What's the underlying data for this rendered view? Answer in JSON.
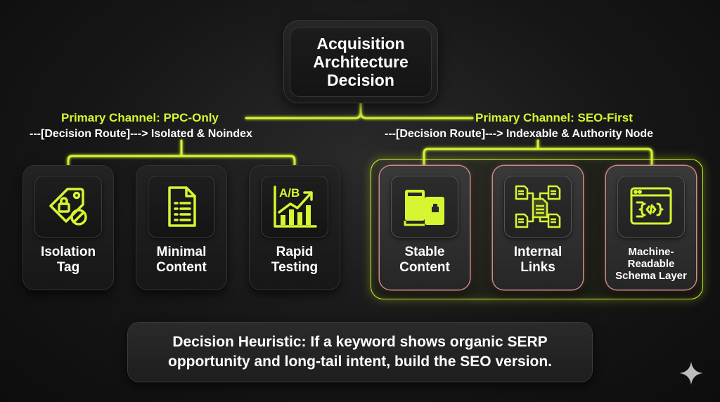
{
  "root": {
    "title": "Acquisition\nArchitecture\nDecision"
  },
  "branches": {
    "left": {
      "label": "Primary Channel: PPC-Only",
      "route": "---[Decision Route]--->  Isolated & Noindex",
      "cards": [
        {
          "label": "Isolation\nTag",
          "icon": "tag-lock-icon"
        },
        {
          "label": "Minimal\nContent",
          "icon": "document-icon"
        },
        {
          "label": "Rapid\nTesting",
          "icon": "ab-chart-icon"
        }
      ]
    },
    "right": {
      "label": "Primary Channel: SEO-First",
      "route": "---[Decision Route]---> Indexable & Authority Node",
      "cards": [
        {
          "label": "Stable\nContent",
          "icon": "books-icon"
        },
        {
          "label": "Internal\nLinks",
          "icon": "linked-documents-icon"
        },
        {
          "label": "Machine-\nReadable\nSchema Layer",
          "icon": "code-window-icon"
        }
      ]
    }
  },
  "heuristic": "Decision Heuristic: If a keyword shows organic SERP\nopportunity and long-tail intent, build the SEO version.",
  "colors": {
    "accent": "#d8f531",
    "background": "#161616",
    "seo_card_border": "#c98a8a"
  }
}
